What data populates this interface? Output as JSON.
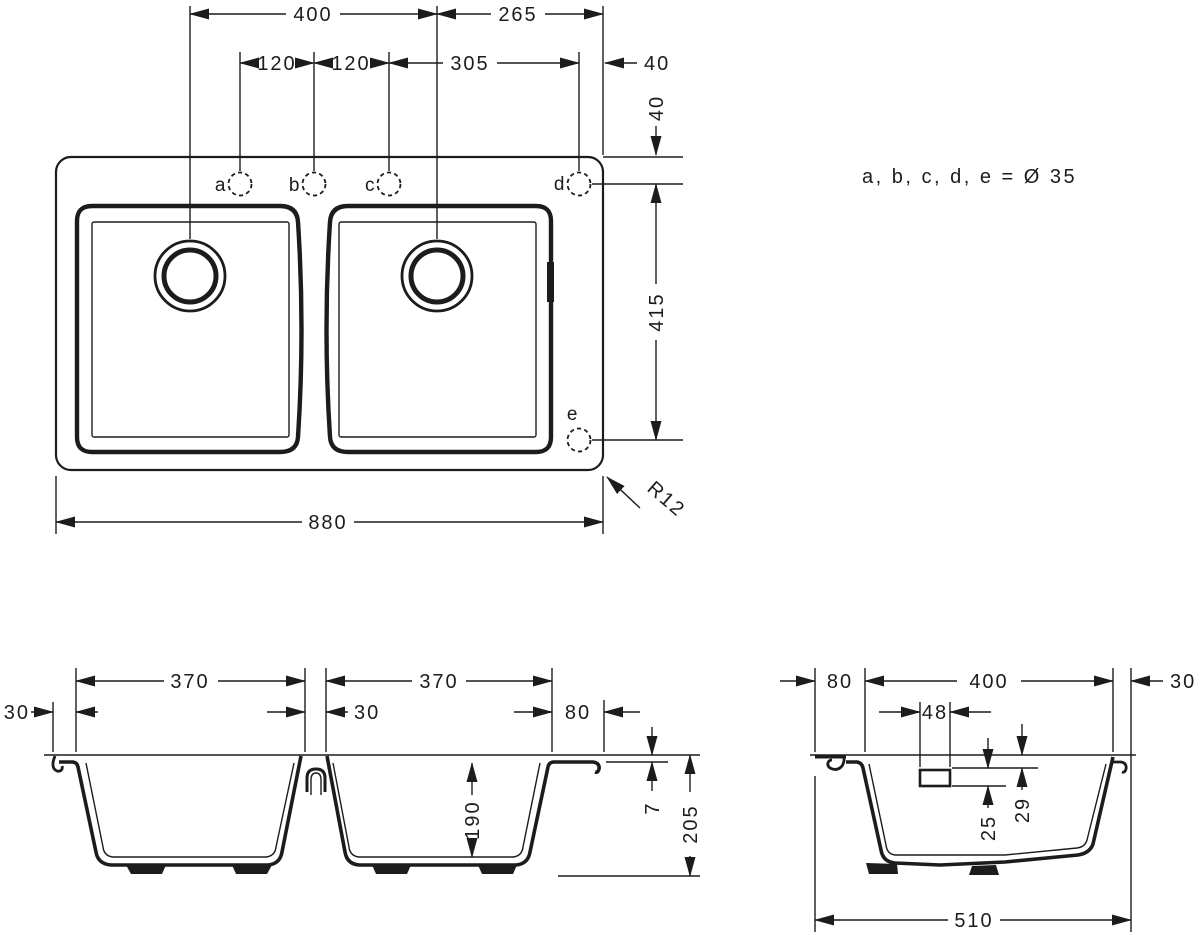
{
  "legend": {
    "hole_note": "a, b, c, d, e = Ø 35"
  },
  "top_view": {
    "holes": {
      "a": "a",
      "b": "b",
      "c": "c",
      "d": "d",
      "e": "e"
    },
    "dims": {
      "drain_spacing": "400",
      "drain_to_edge": "265",
      "hole_ab": "120",
      "hole_bc": "120",
      "hole_cd": "305",
      "hole_d_edge": "40",
      "hole_row_offset": "40",
      "hole_de_spacing": "415",
      "overall_width": "880",
      "corner_radius": "R12"
    }
  },
  "front_section": {
    "dims": {
      "bowl_left_width": "370",
      "bowl_right_width": "370",
      "edge_left": "30",
      "divider": "30",
      "edge_right": "80",
      "rim_thickness": "7",
      "bowl_depth": "190",
      "overall_height": "205"
    }
  },
  "side_section": {
    "dims": {
      "edge_front": "80",
      "bowl_width": "400",
      "edge_back": "30",
      "overflow_width": "48",
      "overflow_height": "25",
      "overflow_offset": "29",
      "overall_depth": "510"
    }
  }
}
